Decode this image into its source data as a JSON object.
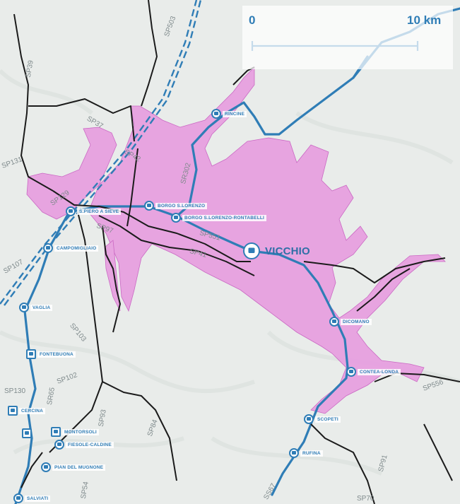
{
  "scale_bar": {
    "start_label": "0",
    "end_label": "10 km"
  },
  "colors": {
    "flood_area": "#e79ee0",
    "railway": "#2f7db6",
    "roads": "#1a1a1a",
    "background": "#e9ecea"
  },
  "stations": {
    "rincine": "RINCINE",
    "s_piero": "S.PIERO A SIEVE",
    "borgo": "BORGO S.LORENZO",
    "borgo_ronta": "BORGO S.LORENZO-RONTABELLI",
    "campomigliaio": "CAMPOMIGLIAIO",
    "vicchio": "VICCHIO",
    "dicomano": "DICOMANO",
    "contea": "CONTEA-LONDA",
    "vaglia": "VAGLIA",
    "fontebuona": "FONTEBUONA",
    "ceretta": "CERCINA",
    "montorsoli": "MONTORSOLI",
    "fiesole": "FIESOLE-CALDINE",
    "pian": "PIAN DEL MUGNONE",
    "scopeti": "SCOPETI",
    "rufina": "RUFINA",
    "salviati": "SALVIATI"
  },
  "roads": {
    "sp503": "SP503",
    "sp39": "SP39",
    "sp37": "SP37",
    "sp42": "SP42",
    "sp302": "SR302",
    "sp131": "SP131",
    "sp129": "SP129",
    "sp97": "SP97",
    "sp551": "SP551",
    "sp41": "SP41",
    "sp107": "SP107",
    "sp103": "SP103",
    "sp102": "SP102",
    "sp130": "SP130",
    "sp65": "SR65",
    "sp93": "SP93",
    "sp84": "SP84",
    "sp556": "SP556",
    "sp54": "SP54",
    "sp91": "SP91",
    "sp67": "SS67",
    "sp70": "SP70"
  }
}
